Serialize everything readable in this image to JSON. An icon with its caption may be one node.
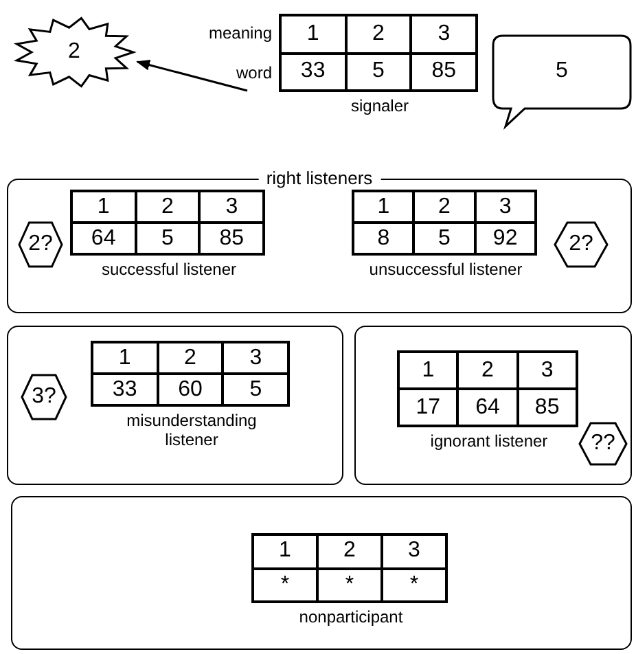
{
  "diagram": {
    "nodes": [
      {
        "text": [
          "2"
        ]
      },
      {
        "text": [
          "1",
          "2",
          "3",
          "33",
          "5",
          "85"
        ],
        "beside": [
          "meaning",
          "word",
          "signaler"
        ]
      },
      {
        "text": [
          "5"
        ]
      },
      {
        "text": [
          "right listeners"
        ]
      },
      {
        "text": [
          "2?"
        ],
        "in": 3
      },
      {
        "text": [
          "1",
          "2",
          "3",
          "64",
          "5",
          "85"
        ],
        "beside": [
          "successful listener"
        ],
        "in": 3
      },
      {
        "text": [
          "1",
          "2",
          "3",
          "8",
          "5",
          "92"
        ],
        "beside": [
          "unsuccessful listener"
        ],
        "in": 3
      },
      {
        "text": [
          "2?"
        ],
        "in": 3
      },
      {
        "text": [],
        "shape": "box"
      },
      {
        "text": [
          "3?"
        ],
        "in": 8
      },
      {
        "text": [
          "1",
          "2",
          "3",
          "33",
          "60",
          "5"
        ],
        "beside": [
          "misunderstanding listener"
        ],
        "in": 8
      },
      {
        "text": [],
        "shape": "box"
      },
      {
        "text": [
          "1",
          "2",
          "3",
          "17",
          "64",
          "85"
        ],
        "beside": [
          "ignorant listener"
        ],
        "in": 11
      },
      {
        "text": [
          "??"
        ],
        "in": 11
      },
      {
        "text": [],
        "shape": "box"
      },
      {
        "text": [
          "1",
          "2",
          "3",
          "*",
          "*",
          "*"
        ],
        "beside": [
          "nonparticipant"
        ],
        "in": 14
      }
    ],
    "edges": [
      {
        "from": 1,
        "to": 0,
        "arrow": "to"
      }
    ]
  }
}
